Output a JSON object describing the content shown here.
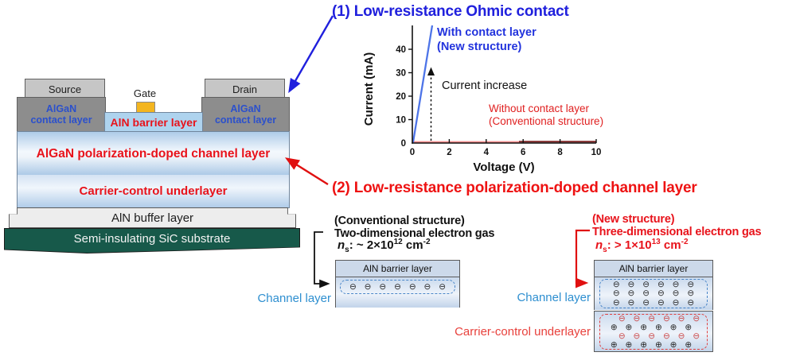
{
  "colors": {
    "accent_blue": "#2020dd",
    "accent_red": "#ee1212",
    "device_text_red": "#e8131b",
    "contact_text_blue": "#2b50cc",
    "channel_label_blue": "#2e8fd0",
    "substrate_green": "#17594a",
    "gate_yellow": "#f3b51f",
    "line_blue": "#4d74e8",
    "line_salmon": "#f28b8b",
    "line_darkred": "#7c2424"
  },
  "device": {
    "source_label": "Source",
    "drain_label": "Drain",
    "gate_label": "Gate",
    "contact_layer_line1": "AlGaN",
    "contact_layer_line2": "contact layer",
    "barrier_label": "AlN barrier layer",
    "channel_label": "AlGaN polarization-doped channel layer",
    "underlayer_label": "Carrier-control underlayer",
    "buffer_label": "AlN buffer layer",
    "substrate_label": "Semi-insulating SiC substrate"
  },
  "section1": {
    "title": "(1) Low-resistance Ohmic contact"
  },
  "chart_data": {
    "type": "line",
    "xlabel": "Voltage (V)",
    "ylabel": "Current (mA)",
    "xlim": [
      0,
      10
    ],
    "ylim": [
      0,
      48
    ],
    "grid": false,
    "x_ticks": [
      "0",
      "2",
      "4",
      "6",
      "8",
      "10"
    ],
    "y_ticks": [
      "0",
      "10",
      "20",
      "30",
      "40"
    ],
    "series": [
      {
        "name": "With contact layer (New structure)",
        "color": "#4d74e8",
        "x": [
          0,
          1
        ],
        "y": [
          0,
          50
        ]
      },
      {
        "name": "Without contact layer (Conventional structure)",
        "color": "#f28b8b",
        "x": [
          0,
          10
        ],
        "y": [
          0,
          0
        ]
      }
    ],
    "legend": {
      "blue_line1": "With contact layer",
      "blue_line2": "(New structure)",
      "red_line1": "Without contact layer",
      "red_line2": "(Conventional structure)"
    },
    "annotation": {
      "text": "Current increase",
      "arrow_x": 1,
      "arrow_y_from": 0,
      "arrow_y_to": 33
    }
  },
  "section2": {
    "title": "(2) Low-resistance polarization-doped channel layer",
    "conventional": {
      "heading1": "(Conventional structure)",
      "heading2": "Two-dimensional electron gas",
      "ns": {
        "n": "n",
        "sub": "s",
        "mid": ": ~ 2×10",
        "exp": "12",
        "unit": " cm",
        "unit_exp": "-2"
      },
      "barrier_label": "AlN barrier layer",
      "channel_label": "Channel layer",
      "electron_row": "⊖ ⊖ ⊖ ⊖ ⊖ ⊖ ⊖"
    },
    "new": {
      "heading1": "(New structure)",
      "heading2": "Three-dimensional electron gas",
      "ns": {
        "n": "n",
        "sub": "s",
        "mid": ": > 1×10",
        "exp": "13",
        "unit": " cm",
        "unit_exp": "-2"
      },
      "barrier_label": "AlN barrier layer",
      "channel_label": "Channel layer",
      "underlayer_label": "Carrier-control underlayer",
      "electron_row": "⊖ ⊖ ⊖ ⊖ ⊖ ⊖",
      "hole_row": "⊕ ⊕ ⊕ ⊕ ⊕ ⊕"
    }
  }
}
